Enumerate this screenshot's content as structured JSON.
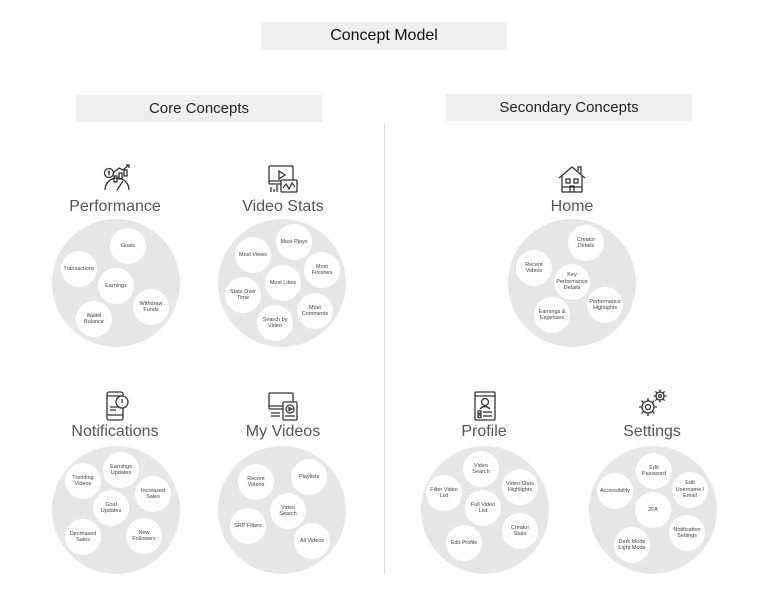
{
  "title": "Concept Model",
  "core_title": "Core Concepts",
  "secondary_title": "Secondary Concepts",
  "concepts": {
    "performance": {
      "name": "Performance",
      "icon": "performance-chart-icon",
      "items": [
        "Goals",
        "Transactions",
        "Earnings",
        "Withdraw Funds",
        "Wallet Balance"
      ]
    },
    "video_stats": {
      "name": "Video Stats",
      "icon": "video-stats-icon",
      "items": [
        "Most Plays",
        "Most Views",
        "Most Finishes",
        "Most Likes",
        "Stats Over Time",
        "Most Comments",
        "Search by Video"
      ]
    },
    "notifications": {
      "name": "Notifications",
      "icon": "phone-notification-icon",
      "items": [
        "Earnings Updates",
        "Trending Videos",
        "Increased Sales",
        "Goal Updates",
        "Decreased Sales",
        "New Followers"
      ]
    },
    "my_videos": {
      "name": "My Videos",
      "icon": "video-library-icon",
      "items": [
        "Recent Videos",
        "Playlists",
        "Video Search",
        "SRP Filters",
        "All Videos"
      ]
    },
    "home": {
      "name": "Home",
      "icon": "house-icon",
      "items": [
        "Creator Details",
        "Recent Videos",
        "Key Performance Details",
        "Performance Highlights",
        "Earnings & Expenses"
      ]
    },
    "profile": {
      "name": "Profile",
      "icon": "profile-page-icon",
      "items": [
        "Video Search",
        "Filter Video List",
        "Video Stats Highlights",
        "Full Video List",
        "Creator Stats",
        "Edit Profile"
      ]
    },
    "settings": {
      "name": "Settings",
      "icon": "gears-icon",
      "items": [
        "Edit Password",
        "Accessibility",
        "Edit Username / Email",
        "2FA",
        "Notification Settings",
        "Dark Mode Light Mode"
      ]
    }
  }
}
